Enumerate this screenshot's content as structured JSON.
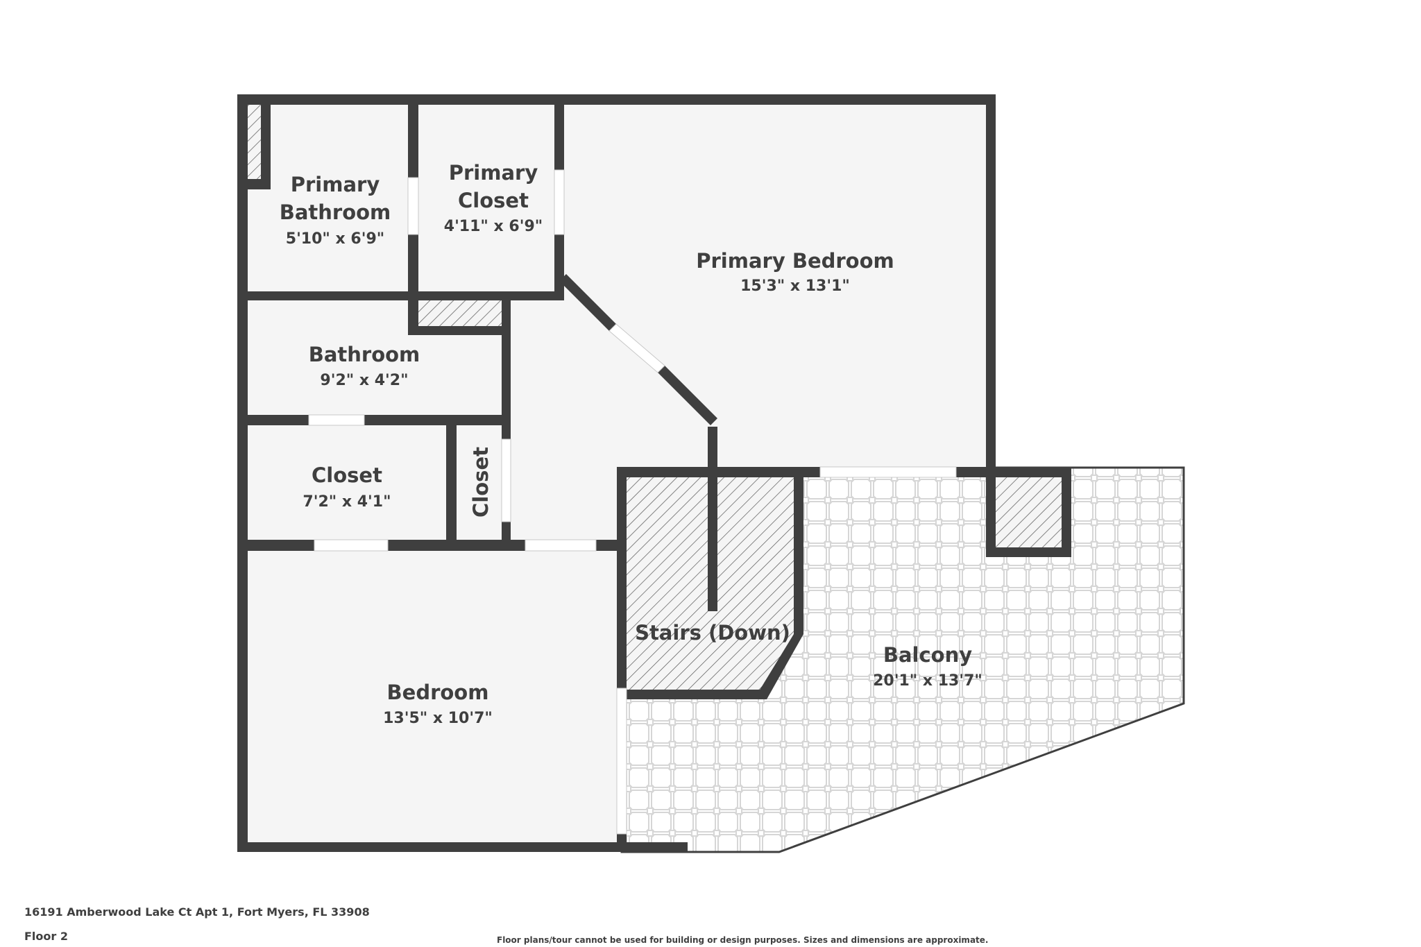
{
  "plan": {
    "rooms": {
      "primary_bathroom": {
        "title_line1": "Primary",
        "title_line2": "Bathroom",
        "dims": "5'10\" x 6'9\""
      },
      "primary_closet": {
        "title_line1": "Primary",
        "title_line2": "Closet",
        "dims": "4'11\" x 6'9\""
      },
      "primary_bedroom": {
        "title": "Primary Bedroom",
        "dims": "15'3\" x 13'1\""
      },
      "bathroom": {
        "title": "Bathroom",
        "dims": "9'2\" x 4'2\""
      },
      "closet": {
        "title": "Closet",
        "dims": "7'2\" x 4'1\""
      },
      "small_closet": {
        "title": "Closet"
      },
      "stairs": {
        "title": "Stairs (Down)"
      },
      "balcony": {
        "title": "Balcony",
        "dims": "20'1\" x 13'7\""
      },
      "bedroom": {
        "title": "Bedroom",
        "dims": "13'5\" x 10'7\""
      }
    },
    "colors": {
      "wall": "#3f3f3f",
      "floor": "#f5f5f5",
      "door": "#ffffff",
      "tile_line": "#d6d6d6",
      "hatch": "#555555"
    }
  },
  "footer": {
    "address": "16191 Amberwood Lake Ct Apt 1, Fort Myers, FL 33908",
    "floor": "Floor 2",
    "disclaimer": "Floor plans/tour cannot be used for building or design purposes. Sizes and dimensions are approximate."
  }
}
